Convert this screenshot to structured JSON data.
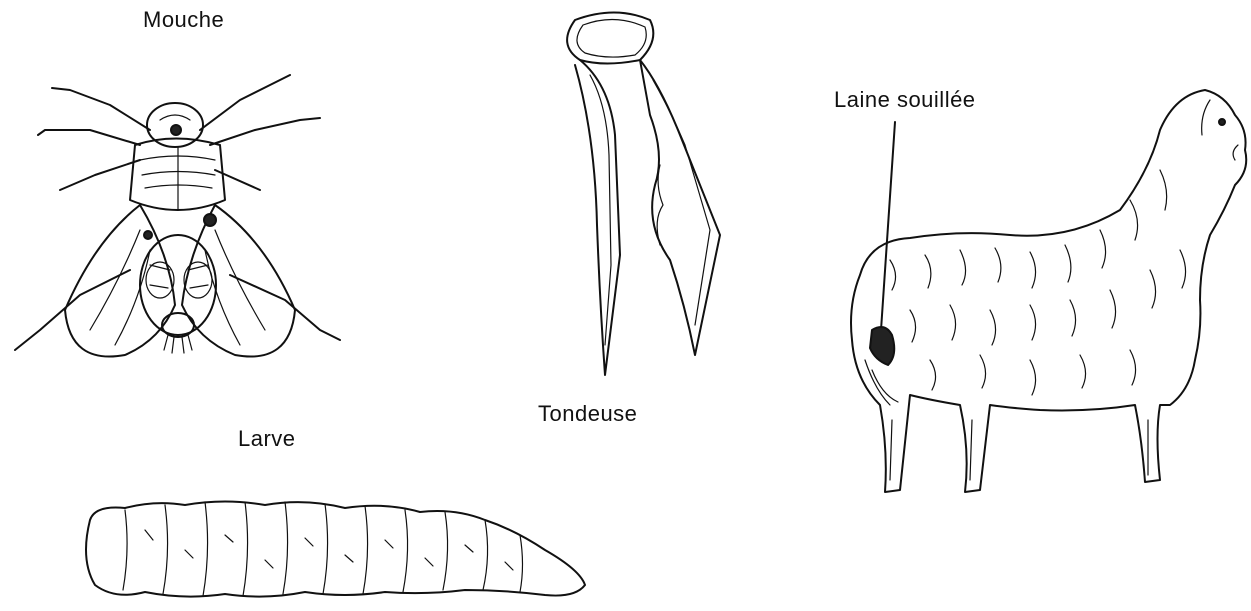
{
  "labels": {
    "fly": "Mouche",
    "larva": "Larve",
    "shears": "Tondeuse",
    "soiled_wool": "Laine souillée"
  },
  "colors": {
    "ink": "#111111",
    "background": "#ffffff"
  }
}
